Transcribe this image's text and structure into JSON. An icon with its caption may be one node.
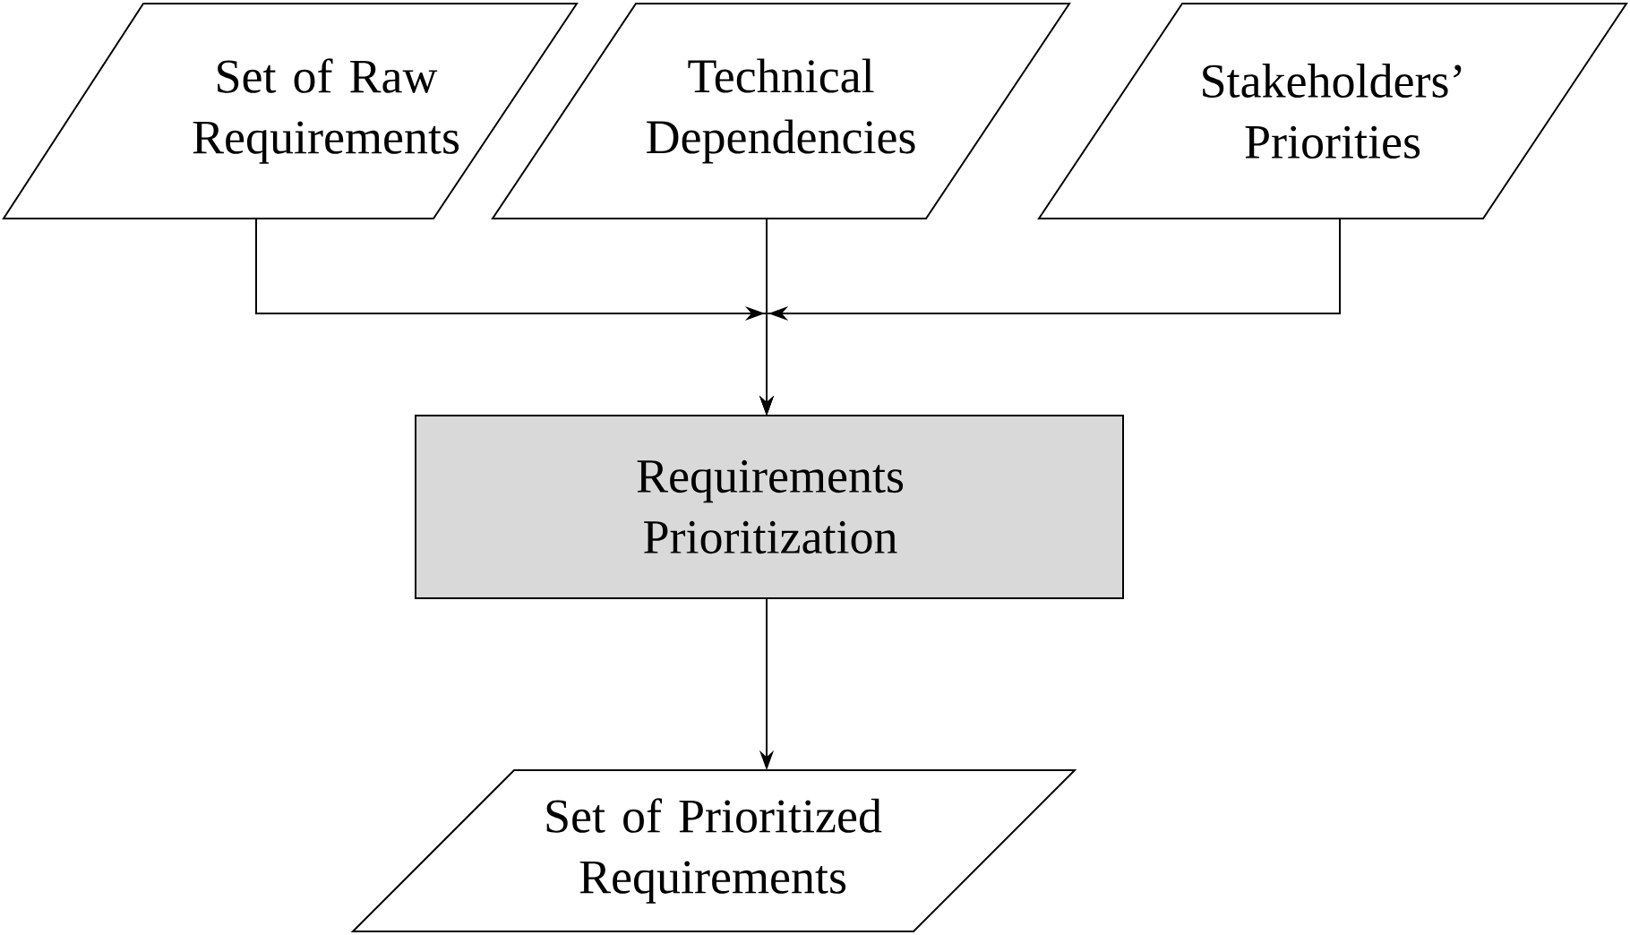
{
  "diagram": {
    "nodes": [
      {
        "text": [
          "Set of Raw Requirements"
        ]
      },
      {
        "text": [
          "Technical Dependencies"
        ]
      },
      {
        "text": [
          "Stakeholders’ Priorities"
        ]
      },
      {
        "text": [
          "Requirements Prioritization"
        ]
      },
      {
        "text": [
          "Set of Prioritized Requirements"
        ]
      }
    ],
    "edges": [
      {
        "from": 0,
        "to": 3,
        "arrow": "to"
      },
      {
        "from": 1,
        "to": 3,
        "arrow": "to"
      },
      {
        "from": 2,
        "to": 3,
        "arrow": "to"
      },
      {
        "from": 3,
        "to": 4,
        "arrow": "to"
      }
    ]
  }
}
